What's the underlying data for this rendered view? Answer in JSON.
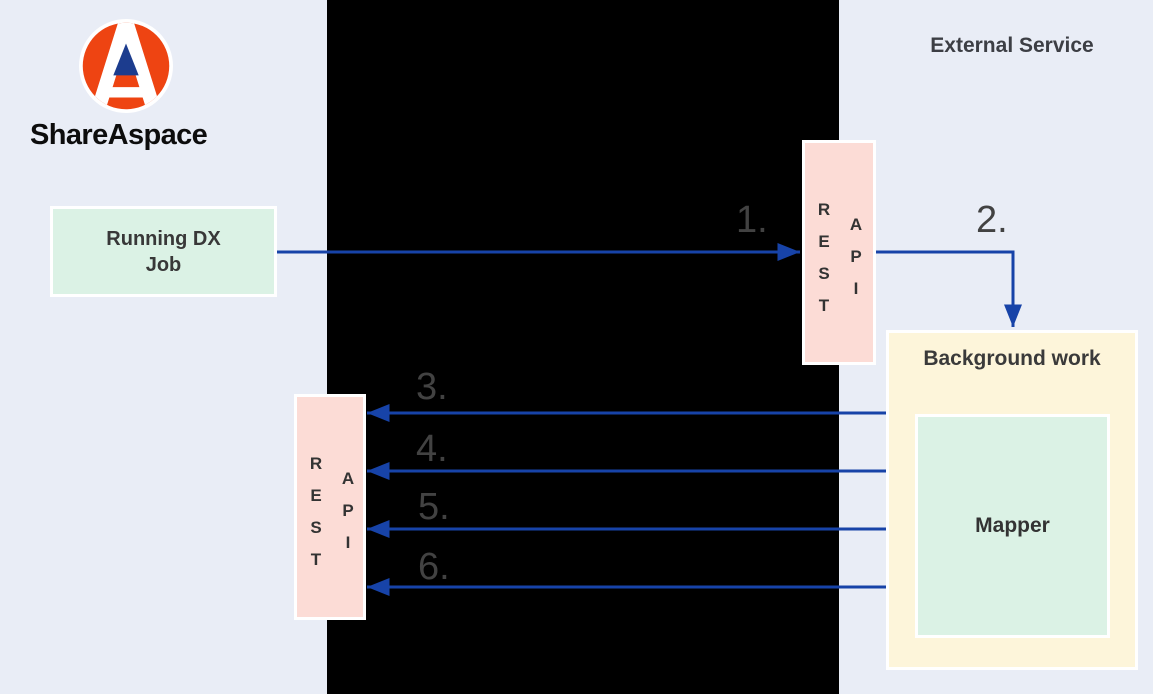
{
  "brand": {
    "name": "ShareAspace"
  },
  "titles": {
    "external_service": "External Service"
  },
  "boxes": {
    "running_dx_job": {
      "lines": [
        "Running DX",
        "Job"
      ]
    },
    "rest_api": {
      "rest": [
        "R",
        "E",
        "S",
        "T"
      ],
      "api": [
        "A",
        "P",
        "I"
      ]
    },
    "background_work": {
      "label": "Background work"
    },
    "mapper": {
      "label": "Mapper"
    }
  },
  "arrow_labels": [
    "1.",
    "2.",
    "3.",
    "4.",
    "5.",
    "6."
  ],
  "colors": {
    "background": "#e9edf6",
    "blackout": "#000000",
    "arrow_blue": "#1743a8",
    "box_pink": "#fcdcd6",
    "box_green": "#dbf2e5",
    "box_yellow": "#fdf5da",
    "number_gray": "#424242",
    "logo_orange": "#ee4412",
    "logo_navy": "#1c3c8e"
  }
}
